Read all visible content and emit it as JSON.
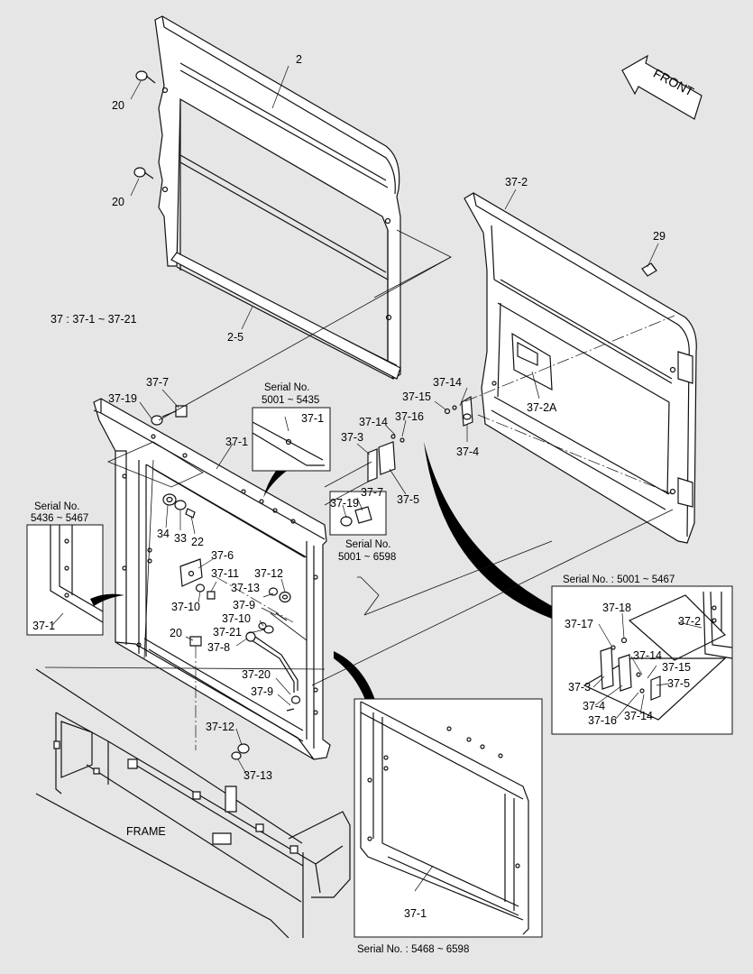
{
  "labels": {
    "p2": "2",
    "p20a": "20",
    "p20b": "20",
    "p2_5": "2-5",
    "p37_2": "37-2",
    "p29": "29",
    "p37_2A": "37-2A",
    "legend37": "37 : 37-1 ~ 37-21",
    "front": "FRONT",
    "p37_7a": "37-7",
    "p37_19a": "37-19",
    "p37_1a": "37-1",
    "p37_14a": "37-14",
    "p37_15a": "37-15",
    "p37_4a": "37-4",
    "p37_14b": "37-14",
    "p37_16a": "37-16",
    "p37_3a": "37-3",
    "p37_5a": "37-5",
    "p37_7b": "37-7",
    "p37_19b": "37-19",
    "p34": "34",
    "p33": "33",
    "p22": "22",
    "p37_6": "37-6",
    "p37_11": "37-11",
    "p37_13a": "37-13",
    "p37_12a": "37-12",
    "p37_10a": "37-10",
    "p37_9a": "37-9",
    "p37_10b": "37-10",
    "p37_21": "37-21",
    "p37_8": "37-8",
    "p20c": "20",
    "p37_20": "37-20",
    "p37_9b": "37-9",
    "p37_12b": "37-12",
    "p37_13b": "37-13",
    "frame": "FRAME",
    "p37_1b": "37-1",
    "p37_1c": "37-1",
    "p37_1d": "37-1",
    "p37_18": "37-18",
    "p37_17": "37-17",
    "p37_2b": "37-2",
    "p37_14c": "37-14",
    "p37_15b": "37-15",
    "p37_5b": "37-5",
    "p37_3b": "37-3",
    "p37_4b": "37-4",
    "p37_16b": "37-16",
    "p37_14d": "37-14"
  },
  "serials": {
    "s1_title": "Serial No.",
    "s1_range": "5001 ~ 5435",
    "s2_title": "Serial No.",
    "s2_range": "5436 ~ 5467",
    "s3_title": "Serial No.",
    "s3_range": "5001 ~ 6598",
    "s4": "Serial No.  : 5001 ~ 5467",
    "s5": "Serial No.  : 5468 ~ 6598"
  }
}
